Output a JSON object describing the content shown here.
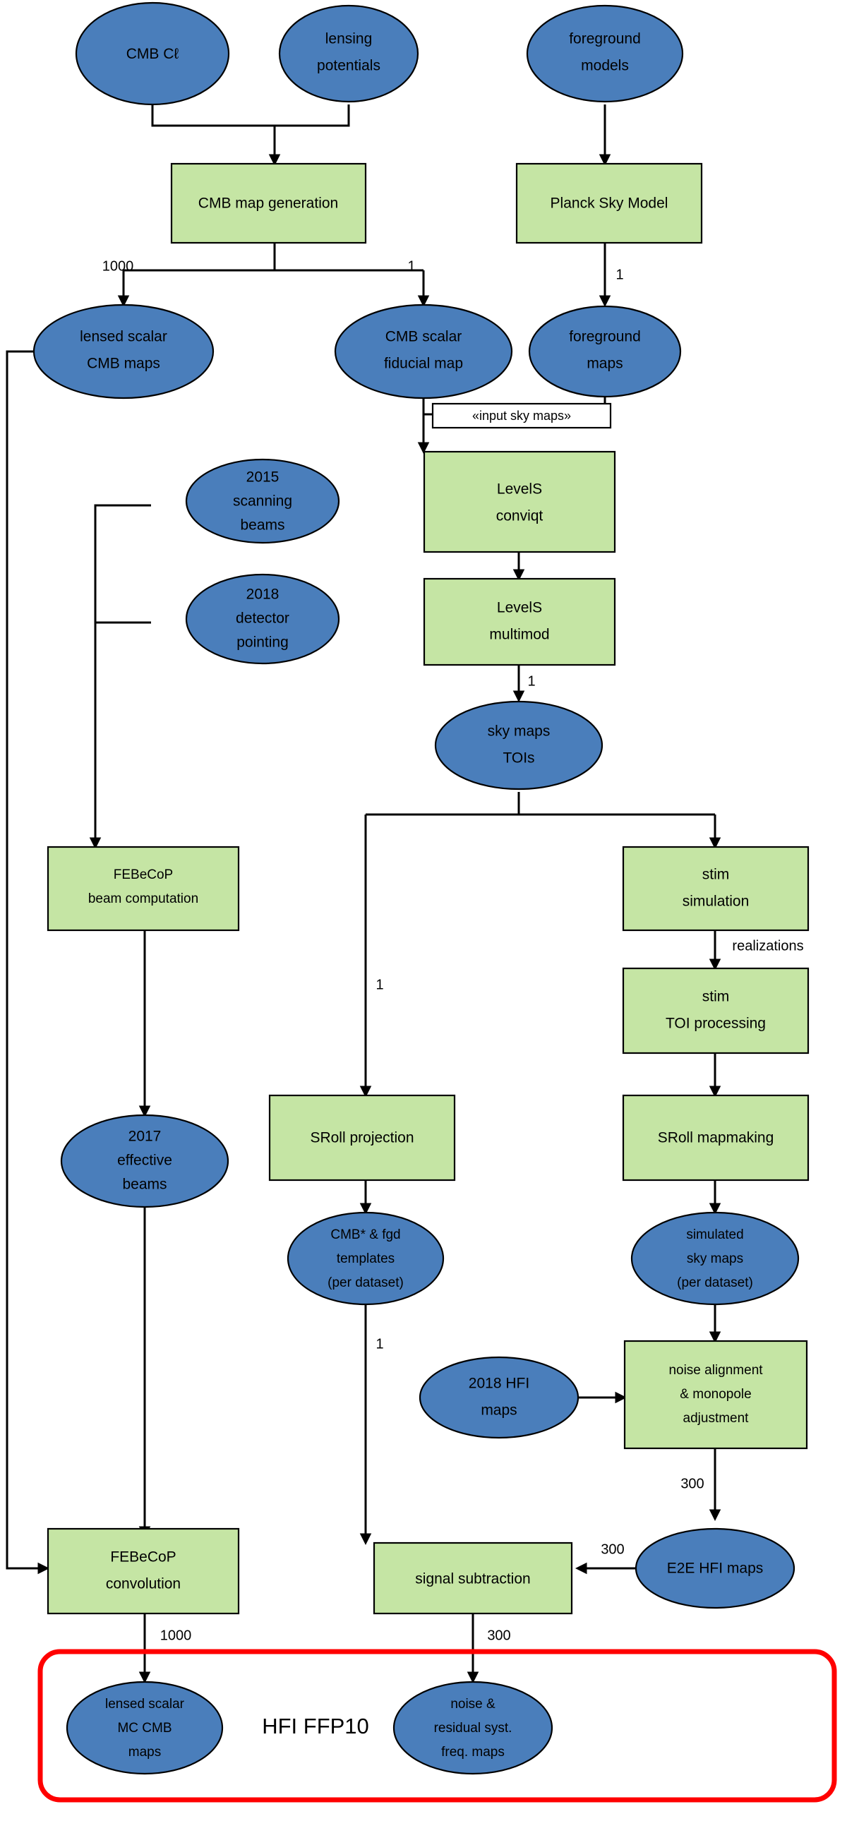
{
  "diagram": {
    "title": "HFI FFP10 simulation pipeline flowchart",
    "colors": {
      "process_fill": "#c5e5a4",
      "data_fill": "#4a7ebb",
      "outline": "#000000",
      "highlight": "#ff0000",
      "background": "#ffffff"
    },
    "group": {
      "label": "HFI FFP10"
    },
    "nodes": [
      {
        "id": "cmb_cl",
        "kind": "data",
        "lines": [
          "CMB Cℓ"
        ]
      },
      {
        "id": "lensing_pot",
        "kind": "data",
        "lines": [
          "lensing",
          "potentials"
        ]
      },
      {
        "id": "foreground_models",
        "kind": "data",
        "lines": [
          "foreground",
          "models"
        ]
      },
      {
        "id": "cmb_map_gen",
        "kind": "process",
        "lines": [
          "CMB map generation"
        ]
      },
      {
        "id": "planck_sky_model",
        "kind": "process",
        "lines": [
          "Planck Sky Model"
        ]
      },
      {
        "id": "lensed_scalar",
        "kind": "data",
        "lines": [
          "lensed scalar",
          "CMB maps"
        ]
      },
      {
        "id": "cmb_fiducial",
        "kind": "data",
        "lines": [
          "CMB scalar",
          "fiducial map"
        ]
      },
      {
        "id": "foreground_maps",
        "kind": "data",
        "lines": [
          "foreground",
          "maps"
        ]
      },
      {
        "id": "levels_conviqt",
        "kind": "process",
        "lines": [
          "LevelS",
          "conviqt"
        ]
      },
      {
        "id": "levels_multimod",
        "kind": "process",
        "lines": [
          "LevelS",
          "multimod"
        ]
      },
      {
        "id": "scanning_beams",
        "kind": "data",
        "lines": [
          "2015",
          "scanning",
          "beams"
        ]
      },
      {
        "id": "detector_pointing",
        "kind": "data",
        "lines": [
          "2018",
          "detector",
          "pointing"
        ]
      },
      {
        "id": "sky_map_tois",
        "kind": "data",
        "lines": [
          "sky maps",
          "TOIs"
        ]
      },
      {
        "id": "febecop_beam",
        "kind": "process",
        "lines": [
          "FEBeCoP",
          "beam computation"
        ]
      },
      {
        "id": "stim_simulation",
        "kind": "process",
        "lines": [
          "stim",
          "simulation"
        ]
      },
      {
        "id": "stim_toi",
        "kind": "process",
        "lines": [
          "stim",
          "TOI processing"
        ]
      },
      {
        "id": "sroll_mapmaking",
        "kind": "process",
        "lines": [
          "SRoll mapmaking"
        ]
      },
      {
        "id": "effective_beams",
        "kind": "data",
        "lines": [
          "2017",
          "effective",
          "beams"
        ]
      },
      {
        "id": "sroll_projection",
        "kind": "process",
        "lines": [
          "SRoll projection"
        ]
      },
      {
        "id": "simulated_sky",
        "kind": "data",
        "lines": [
          "simulated",
          "sky maps",
          "(per dataset)"
        ]
      },
      {
        "id": "cmb_fgd_templates",
        "kind": "data",
        "lines": [
          "CMB* & fgd",
          "templates",
          "(per dataset)"
        ]
      },
      {
        "id": "hfi_maps_2018",
        "kind": "data",
        "lines": [
          "2018 HFI",
          "maps"
        ]
      },
      {
        "id": "noise_alignment",
        "kind": "process",
        "lines": [
          "noise alignment",
          "& monopole",
          "adjustment"
        ]
      },
      {
        "id": "febecop_conv",
        "kind": "process",
        "lines": [
          "FEBeCoP",
          "convolution"
        ]
      },
      {
        "id": "signal_subtraction",
        "kind": "process",
        "lines": [
          "signal subtraction"
        ]
      },
      {
        "id": "e2e_hfi_maps",
        "kind": "data",
        "lines": [
          "E2E HFI maps"
        ]
      },
      {
        "id": "lensed_mc_cmb",
        "kind": "data",
        "lines": [
          "lensed scalar",
          "MC CMB",
          "maps"
        ]
      },
      {
        "id": "noise_residual",
        "kind": "data",
        "lines": [
          "noise &",
          "residual syst.",
          "freq.  maps"
        ]
      }
    ],
    "edge_labels": [
      {
        "id": "cmbgen_to_lensed",
        "text": "1000"
      },
      {
        "id": "cmbgen_to_fiducial",
        "text": "1"
      },
      {
        "id": "psm_to_foreground",
        "text": "1"
      },
      {
        "id": "input_sky_maps",
        "text": "«input sky maps»"
      },
      {
        "id": "multimod_to_tois",
        "text": "1"
      },
      {
        "id": "tois_to_sroll_proj",
        "text": "1"
      },
      {
        "id": "stim_sim_to_toi",
        "text": "realizations"
      },
      {
        "id": "templates_to_subtract",
        "text": "1"
      },
      {
        "id": "noise_align_to_e2e",
        "text": "300"
      },
      {
        "id": "e2e_to_subtract",
        "text": "300"
      },
      {
        "id": "febecop_to_mc",
        "text": "1000"
      },
      {
        "id": "subtract_to_noise",
        "text": "300"
      }
    ]
  }
}
